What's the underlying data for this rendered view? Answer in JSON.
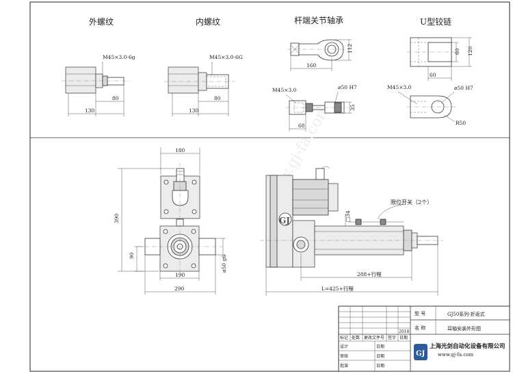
{
  "sections": {
    "outer_thread": "外螺纹",
    "inner_thread": "内螺纹",
    "rod_joint": "杆端关节轴承",
    "u_clevis": "U型铰链"
  },
  "dims": {
    "m45_6g": "M45×3.0-6g",
    "m45_6G": "M45×3.0-6G",
    "m45": "M45×3.0",
    "d80": "80",
    "d130": "130",
    "d112": "112",
    "d160": "160",
    "phi50_h7": "⌀50 H7",
    "d35": "35",
    "d68": "68",
    "d60": "60",
    "d120": "120",
    "r50": "R50",
    "d180": "180",
    "d390": "390",
    "d90": "90",
    "phi50_g6": "⌀50 g6",
    "d190": "190",
    "d290": "290",
    "sq34": "□34",
    "limit_switch": "限位开关（2个）",
    "stroke288": "288+行程",
    "stroke425": "L=425+行程"
  },
  "logo_text": "GJ",
  "watermark": "www.gj-fa.com",
  "title_block": {
    "model_label": "型 号",
    "model_value": "GJ50系列-折返式",
    "name_label": "名 称",
    "name_value": "耳轴安装外形图",
    "year": "2018",
    "cols": [
      "标记",
      "处数",
      "更改文件号",
      "签字",
      "日期"
    ],
    "rows": [
      "设计",
      "审核",
      "批准"
    ],
    "date_label": "日期",
    "company": "上海光剑自动化设备有限公司",
    "website": "www.gj-fa.com"
  }
}
